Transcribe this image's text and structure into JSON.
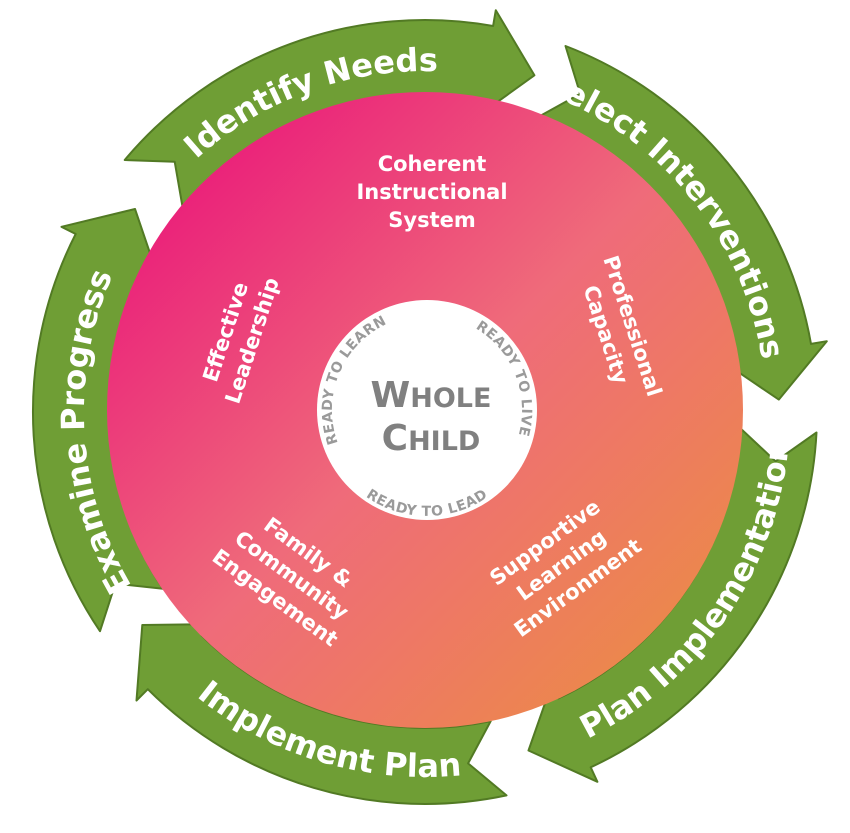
{
  "colors": {
    "arrow_green": "#6f9e35",
    "arrow_green_dark": "#527a24",
    "arrow_green_light": "#84b046",
    "disc_magenta": "#ea1a7a",
    "disc_pink": "#ef6b7a",
    "disc_orange": "#ec8a48",
    "core_fill": "#ffffff",
    "core_text": "#808080"
  },
  "cycle_steps": [
    {
      "label": "Identify Needs"
    },
    {
      "label": "Select Interventions"
    },
    {
      "label": "Plan Implementation"
    },
    {
      "label": "Implement Plan"
    },
    {
      "label": "Examine Progress"
    }
  ],
  "focus_areas": [
    {
      "lines": [
        "Coherent",
        "Instructional",
        "System"
      ]
    },
    {
      "lines": [
        "Professional",
        "Capacity"
      ]
    },
    {
      "lines": [
        "Supportive",
        "Learning",
        "Environment"
      ]
    },
    {
      "lines": [
        "Family &",
        "Community",
        "Engagement"
      ]
    },
    {
      "lines": [
        "Effective",
        "Leadership"
      ]
    }
  ],
  "core": {
    "line1_initial": "W",
    "line1_rest": "HOLE",
    "line2_initial": "C",
    "line2_rest": "HILD",
    "ring_labels": {
      "learn": "READY TO LEARN",
      "live": "READY TO LIVE",
      "lead": "READY TO LEAD"
    }
  }
}
